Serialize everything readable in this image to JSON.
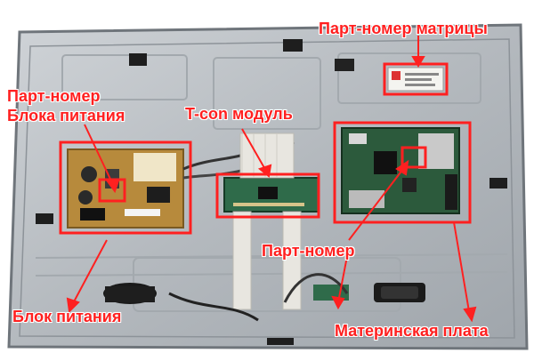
{
  "labels": {
    "matrix_part_number": "Парт-номер матрицы",
    "psu_part_number_line1": "Парт-номер",
    "psu_part_number_line2": "Блока питания",
    "tcon_module": "T-con модуль",
    "part_number": "Парт-номер",
    "power_supply": "Блок питания",
    "motherboard": "Материнская плата"
  },
  "colors": {
    "annotation": "#ff2020",
    "chassis": "#b9bec4",
    "psu_board": "#b78a3c",
    "tcon_board": "#2f6b4a",
    "main_board": "#2c5a3c"
  }
}
